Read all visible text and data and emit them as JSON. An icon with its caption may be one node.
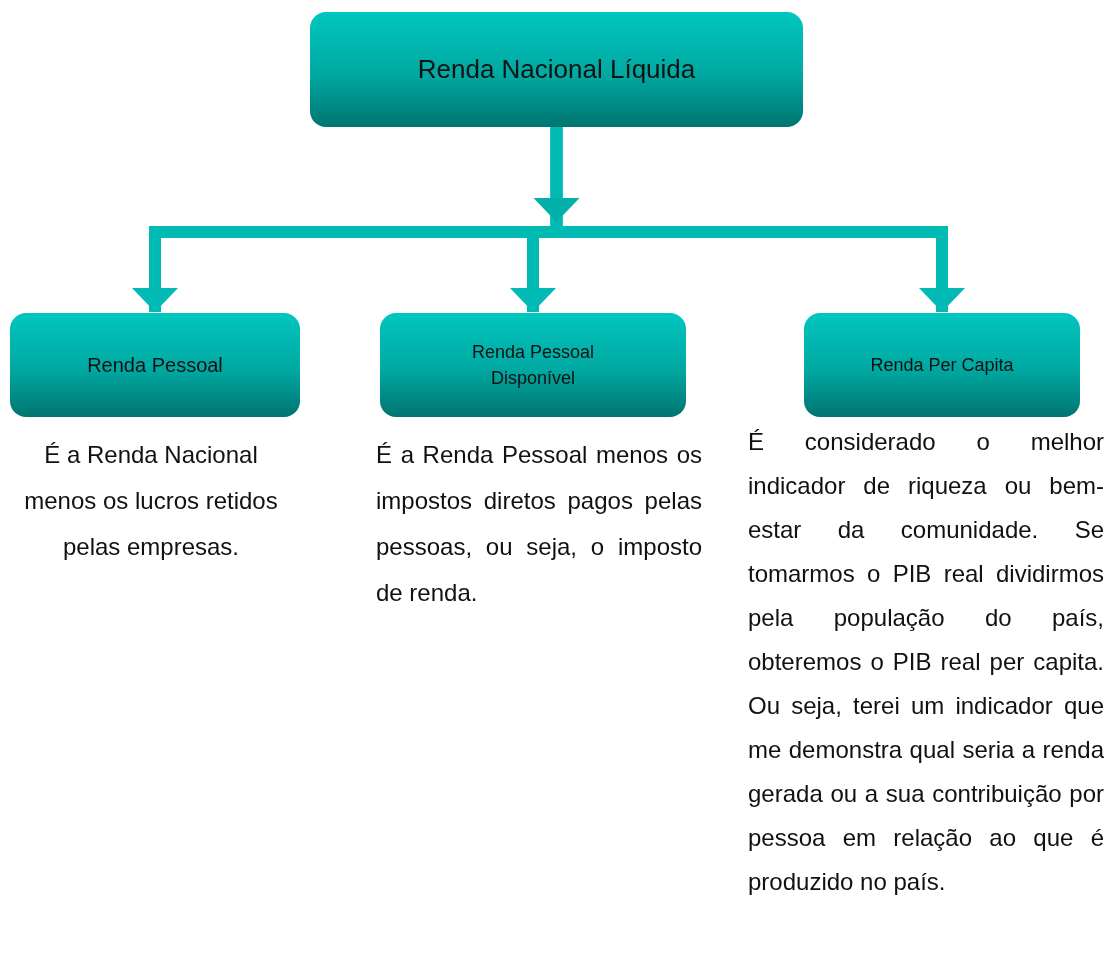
{
  "diagram": {
    "nodes": [
      {
        "text": [
          "Renda Nacional Líquida"
        ]
      },
      {
        "text": [
          "Renda Pessoal"
        ],
        "beside": [
          "É a Renda Nacional menos os lucros retidos pelas empresas."
        ]
      },
      {
        "text": [
          "Renda Pessoal Disponível"
        ],
        "beside": [
          "É a Renda Pessoal menos os impostos diretos pagos pelas pessoas, ou seja, o imposto de renda."
        ]
      },
      {
        "text": [
          "Renda Per Capita"
        ],
        "beside": [
          "É considerado o melhor indicador de riqueza ou bem-estar da comunidade. Se tomarmos o PIB real dividirmos pela população do país, obteremos o PIB real per capita. Ou seja, terei um indicador que me demonstra qual seria a renda gerada ou a sua contribuição por pessoa em relação ao que é produzido no país."
        ]
      }
    ],
    "edges": [
      {
        "from": 0,
        "to": 1,
        "arrow": "to"
      },
      {
        "from": 0,
        "to": 2,
        "arrow": "to"
      },
      {
        "from": 0,
        "to": 3,
        "arrow": "to"
      }
    ]
  }
}
